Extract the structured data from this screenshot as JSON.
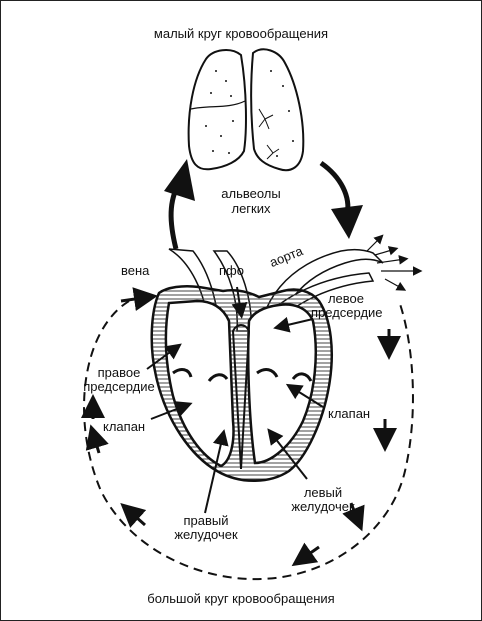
{
  "labels": {
    "pulmonary_circle": "малый круг кровообращения",
    "systemic_circle": "большой круг кровообращения",
    "alveoli_line1": "альвеолы",
    "alveoli_line2": "легких",
    "vein": "вена",
    "pfo": "пфо",
    "aorta": "аорта",
    "left_atrium_line1": "левое",
    "left_atrium_line2": "предсердие",
    "right_atrium_line1": "правое",
    "right_atrium_line2": "предсердие",
    "valve_left": "клапан",
    "valve_right": "клапан",
    "left_ventricle_line1": "левый",
    "left_ventricle_line2": "желудочек",
    "right_ventricle_line1": "правый",
    "right_ventricle_line2": "желудочек"
  },
  "colors": {
    "ink": "#111111",
    "hatch": "#555555",
    "paper": "#ffffff"
  }
}
